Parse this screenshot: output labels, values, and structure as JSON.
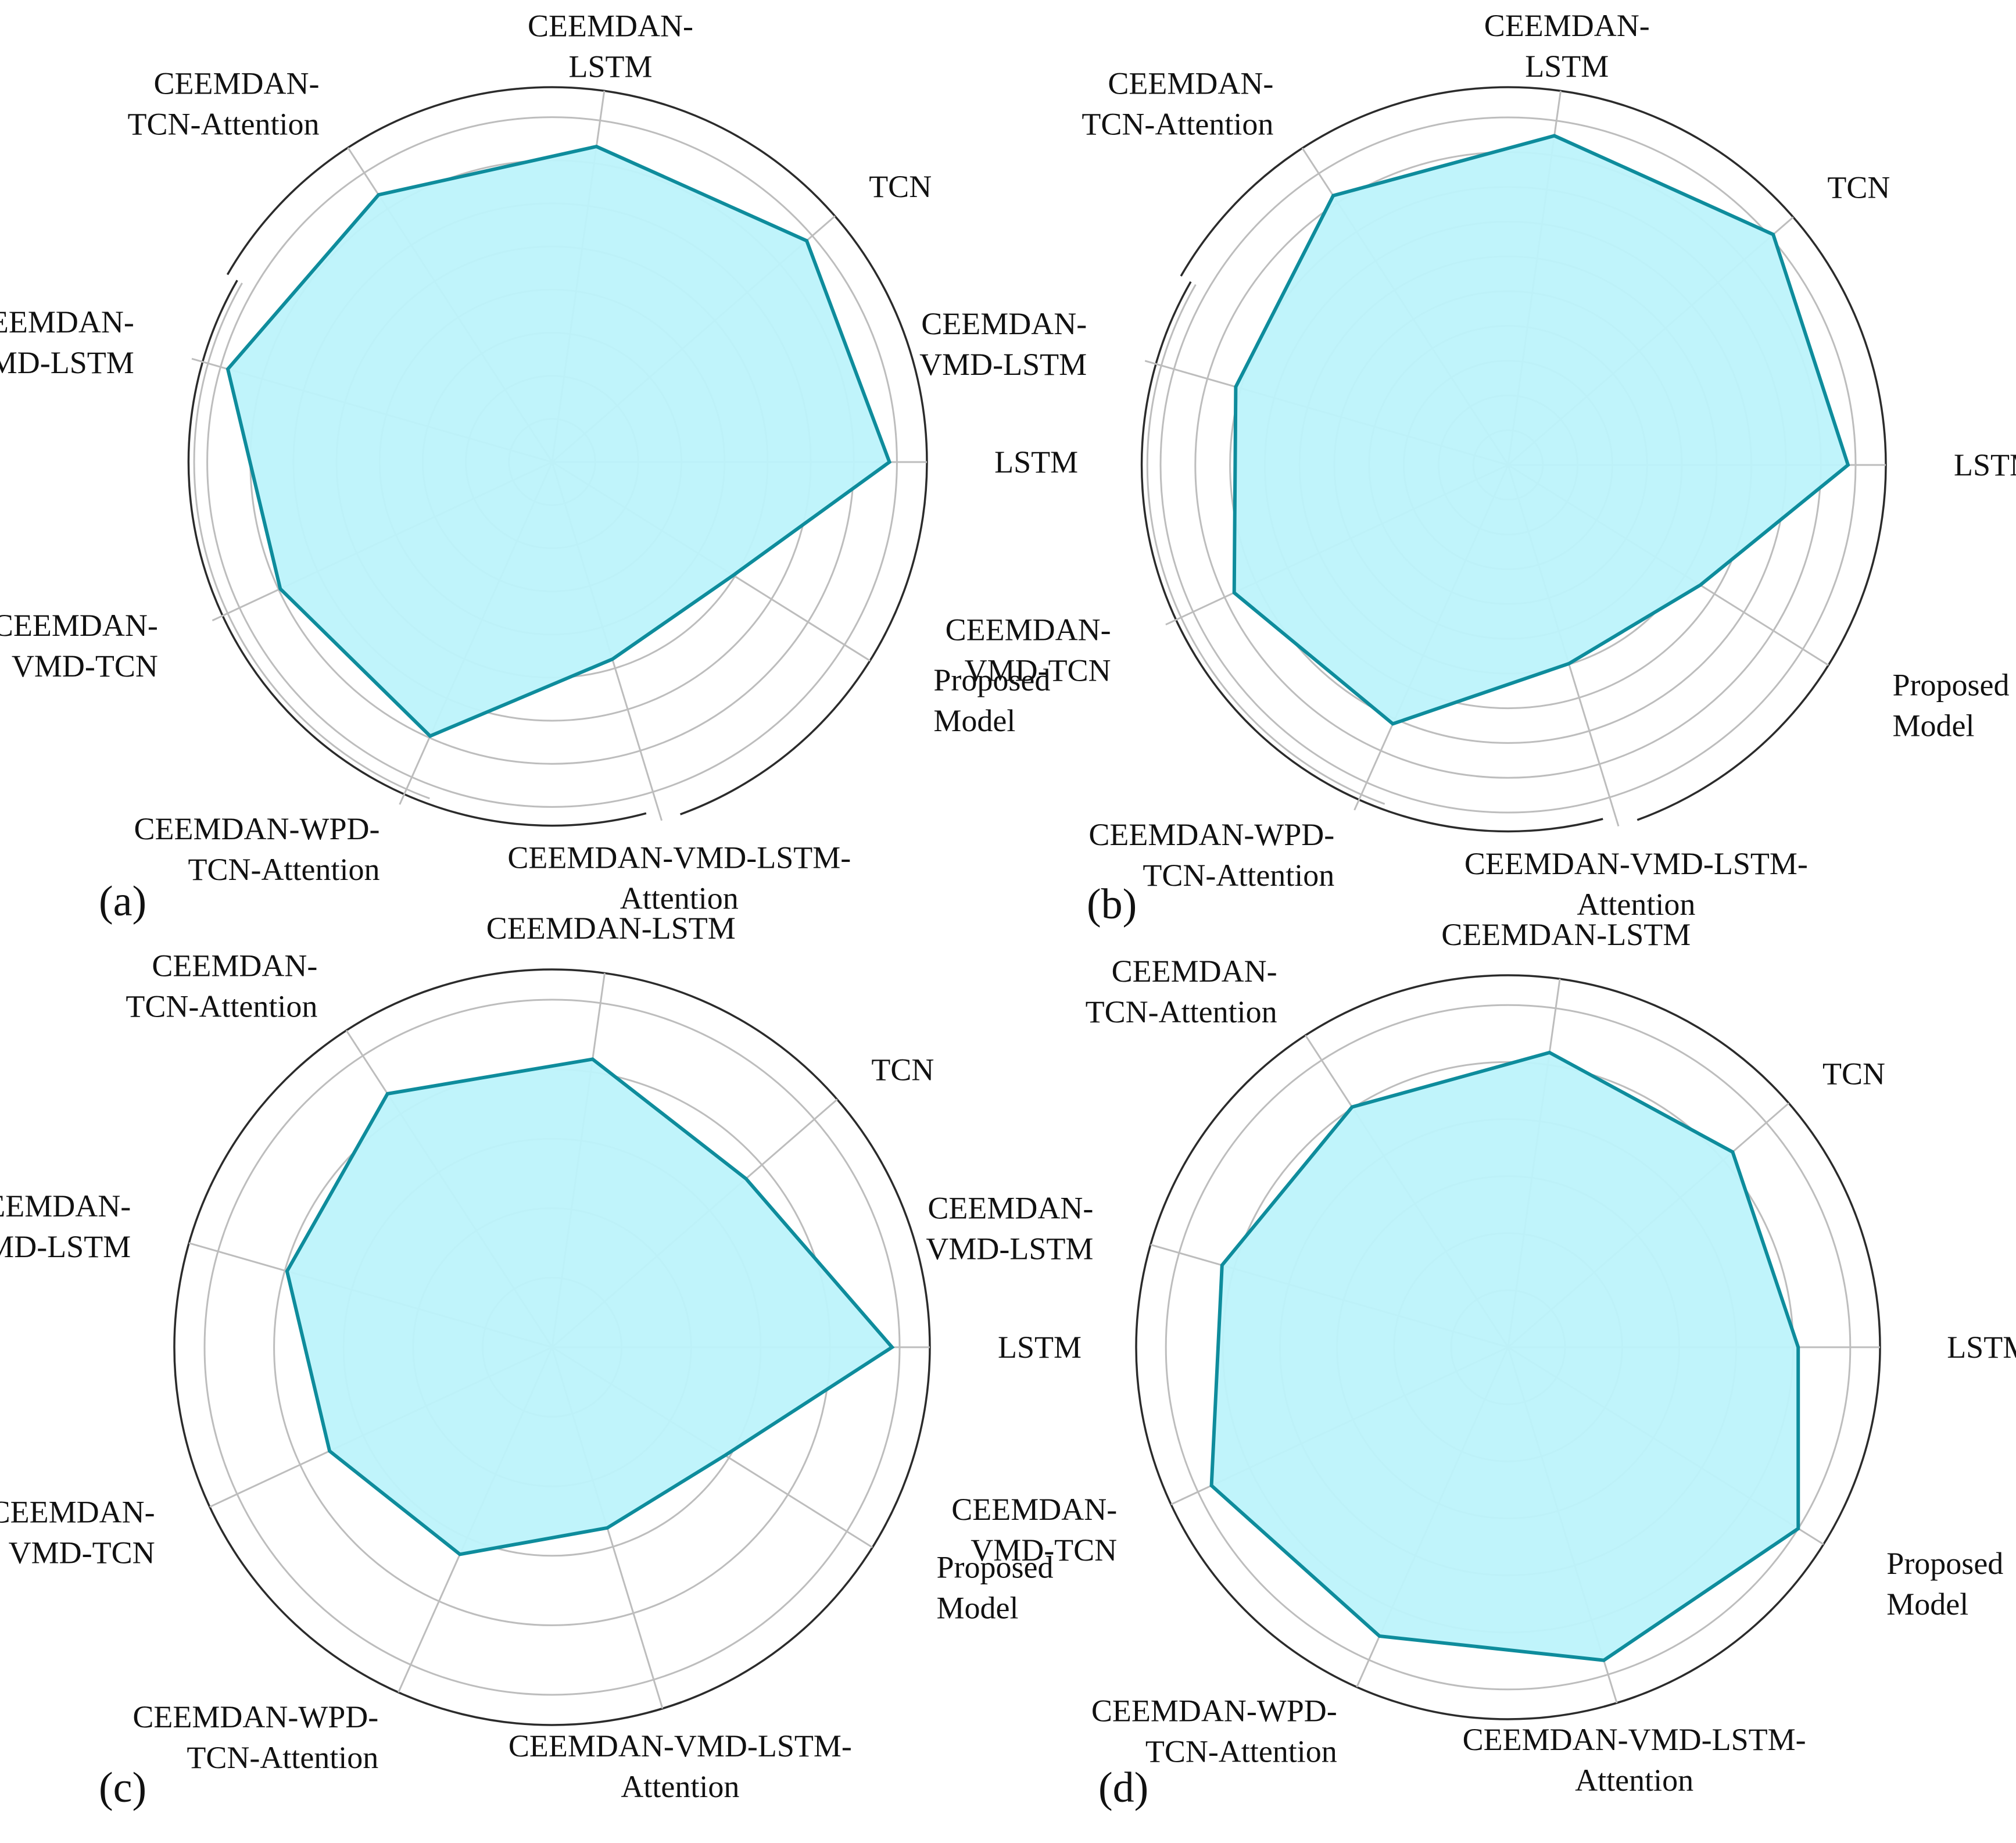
{
  "colors": {
    "line": "#0e8c9c",
    "fill": "#bdf3fb",
    "grid": "#bdbdbd",
    "outer_arc": "#2b2b2b",
    "text": "#111111"
  },
  "chart_data": [
    {
      "type": "radar",
      "panel_label": "(a)",
      "categories": [
        "LSTM",
        "TCN",
        "CEEMDAN-LSTM",
        "CEEMDAN-TCN-Attention",
        "CEEMDAN-VMD-LSTM",
        "CEEMDAN-VMD-TCN",
        "CEEMDAN-WPD-TCN-Attention",
        "CEEMDAN-VMD-LSTM-Attention",
        "Proposed Model"
      ],
      "axis_labels": [
        [
          "LSTM"
        ],
        [
          "TCN"
        ],
        [
          "CEEMDAN-",
          "LSTM"
        ],
        [
          "CEEMDAN-",
          "TCN-Attention"
        ],
        [
          "CEEMDAN-",
          "VMD-LSTM"
        ],
        [
          "CEEMDAN-",
          "VMD-TCN"
        ],
        [
          "CEEMDAN-WPD-",
          "TCN-Attention"
        ],
        [
          "CEEMDAN-VMD-LSTM-",
          "Attention"
        ],
        [
          "Proposed",
          "Model"
        ]
      ],
      "values": [
        0.9,
        0.9,
        0.85,
        0.85,
        0.9,
        0.8,
        0.8,
        0.55,
        0.57
      ],
      "rmax": 1.0,
      "grid_rings": 8,
      "outer_arcs": 2,
      "fill": true
    },
    {
      "type": "radar",
      "panel_label": "(b)",
      "categories": [
        "LSTM",
        "TCN",
        "CEEMDAN-LSTM",
        "CEEMDAN-TCN-Attention",
        "CEEMDAN-VMD-LSTM",
        "CEEMDAN-VMD-TCN",
        "CEEMDAN-WPD-TCN-Attention",
        "CEEMDAN-VMD-LSTM-Attention",
        "Proposed Model"
      ],
      "axis_labels": [
        [
          "LSTM"
        ],
        [
          "TCN"
        ],
        [
          "CEEMDAN-",
          "LSTM"
        ],
        [
          "CEEMDAN-",
          "TCN-Attention"
        ],
        [
          "CEEMDAN-",
          "VMD-LSTM"
        ],
        [
          "CEEMDAN-",
          "VMD-TCN"
        ],
        [
          "CEEMDAN-WPD-",
          "TCN-Attention"
        ],
        [
          "CEEMDAN-VMD-LSTM-",
          "Attention"
        ],
        [
          "Proposed",
          "Model"
        ]
      ],
      "values": [
        0.9,
        0.93,
        0.88,
        0.85,
        0.75,
        0.8,
        0.75,
        0.55,
        0.6
      ],
      "rmax": 1.0,
      "grid_rings": 10,
      "outer_arcs": 2,
      "fill": true
    },
    {
      "type": "radar",
      "panel_label": "(c)",
      "categories": [
        "LSTM",
        "TCN",
        "CEEMDAN-LSTM",
        "CEEMDAN-TCN-Attention",
        "CEEMDAN-VMD-LSTM",
        "CEEMDAN-VMD-TCN",
        "CEEMDAN-WPD-TCN-Attention",
        "CEEMDAN-VMD-LSTM-Attention",
        "Proposed Model"
      ],
      "axis_labels": [
        [
          "LSTM"
        ],
        [
          "TCN"
        ],
        [
          "CEEMDAN-LSTM"
        ],
        [
          "CEEMDAN-",
          "TCN-Attention"
        ],
        [
          "CEEMDAN-",
          "VMD-LSTM"
        ],
        [
          "CEEMDAN-",
          "VMD-TCN"
        ],
        [
          "CEEMDAN-WPD-",
          "TCN-Attention"
        ],
        [
          "CEEMDAN-VMD-LSTM-",
          "Attention"
        ],
        [
          "Proposed",
          "Model"
        ]
      ],
      "values": [
        0.9,
        0.68,
        0.77,
        0.8,
        0.73,
        0.65,
        0.6,
        0.5,
        0.54
      ],
      "rmax": 1.0,
      "grid_rings": 5,
      "outer_arcs": 1,
      "fill": true
    },
    {
      "type": "radar",
      "panel_label": "(d)",
      "categories": [
        "LSTM",
        "TCN",
        "CEEMDAN-LSTM",
        "CEEMDAN-TCN-Attention",
        "CEEMDAN-VMD-LSTM",
        "CEEMDAN-VMD-TCN",
        "CEEMDAN-WPD-TCN-Attention",
        "CEEMDAN-VMD-LSTM-Attention",
        "Proposed Model"
      ],
      "axis_labels": [
        [
          "LSTM"
        ],
        [
          "TCN"
        ],
        [
          "CEEMDAN-LSTM"
        ],
        [
          "CEEMDAN-",
          "TCN-Attention"
        ],
        [
          "CEEMDAN-",
          "VMD-LSTM"
        ],
        [
          "CEEMDAN-",
          "VMD-TCN"
        ],
        [
          "CEEMDAN-WPD-",
          "TCN-Attention"
        ],
        [
          "CEEMDAN-VMD-LSTM-",
          "Attention"
        ],
        [
          "Proposed",
          "Model"
        ]
      ],
      "values": [
        0.78,
        0.8,
        0.8,
        0.77,
        0.8,
        0.88,
        0.85,
        0.88,
        0.92
      ],
      "rmax": 1.0,
      "grid_rings": 6,
      "outer_arcs": 1,
      "fill": true
    }
  ]
}
